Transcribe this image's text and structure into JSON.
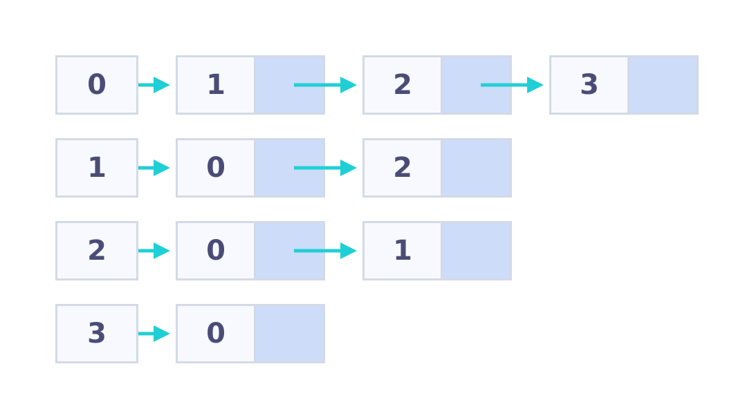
{
  "diagram": {
    "rows": [
      {
        "head": "0",
        "neighbors": [
          "1",
          "2",
          "3"
        ]
      },
      {
        "head": "1",
        "neighbors": [
          "0",
          "2"
        ]
      },
      {
        "head": "2",
        "neighbors": [
          "0",
          "1"
        ]
      },
      {
        "head": "3",
        "neighbors": [
          "0"
        ]
      }
    ],
    "colors": {
      "box_fill": "#f8f9fe",
      "box_border": "#d3dae6",
      "pointer_fill": "#cddcf9",
      "arrow": "#1fcfd6",
      "text": "#4b4c76"
    }
  }
}
